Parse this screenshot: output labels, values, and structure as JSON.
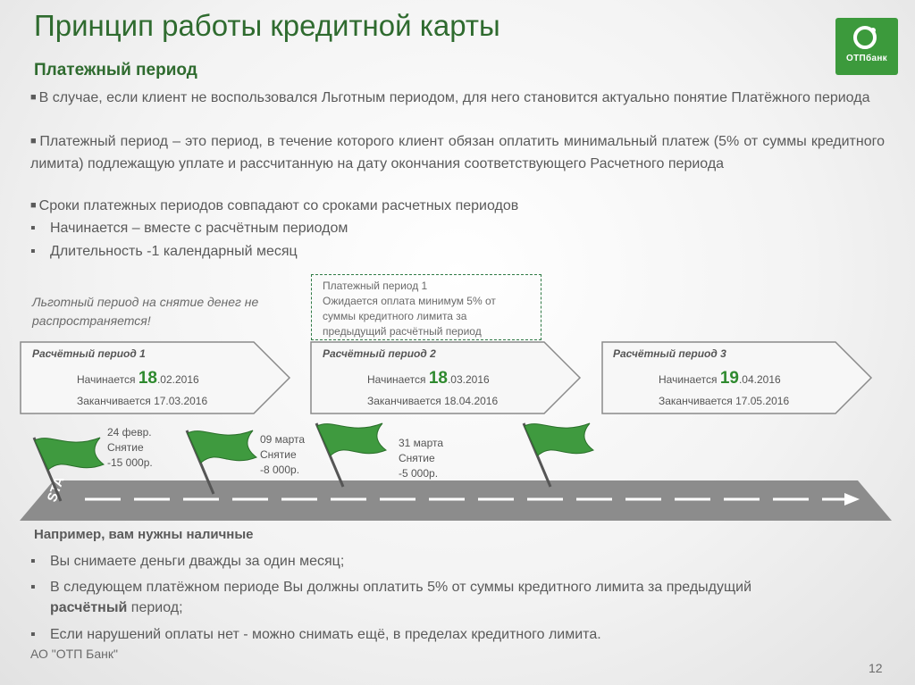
{
  "title": "Принцип работы кредитной карты",
  "logo": {
    "text": "ОТПбанк",
    "icon": "otp-logo-icon",
    "color": "#3c9a3c"
  },
  "subtitle": "Платежный период",
  "paragraphs": [
    "В случае, если клиент не воспользовался Льготным периодом, для него становится актуально понятие Платёжного периода",
    "Платежный период – это  период, в течение которого клиент обязан оплатить минимальный платеж (5% от суммы кредитного лимита) подлежащую уплате и рассчитанную на дату окончания соответствующего Расчетного периода",
    "Сроки платежных периодов совпадают со сроками расчетных периодов"
  ],
  "sublist": [
    "Начинается – вместе с расчётным периодом",
    "Длительность -1 календарный месяц"
  ],
  "note": [
    "Льготный период на снятие денег не",
    "распространяется!"
  ],
  "payment_box": [
    "Платежный период 1",
    "Ожидается оплата минимум 5% от",
    "суммы  кредитного лимита за",
    "предыдущий расчётный период"
  ],
  "periods": [
    {
      "title": "Расчётный период 1",
      "start_prefix": "Начинается ",
      "start_day": "18",
      "start_rest": ".02.2016",
      "end": "Заканчивается 17.03.2016"
    },
    {
      "title": "Расчётный период 2",
      "start_prefix": "Начинается ",
      "start_day": "18",
      "start_rest": ".03.2016",
      "end": "Заканчивается 18.04.2016"
    },
    {
      "title": "Расчётный период 3",
      "start_prefix": "Начинается ",
      "start_day": "19",
      "start_rest": ".04.2016",
      "end": "Заканчивается 17.05.2016"
    }
  ],
  "road_label": "START",
  "events": [
    {
      "date": "24 февр.",
      "action": "Снятие",
      "amount": "-15 000р."
    },
    {
      "date": "09 марта",
      "action": "Снятие",
      "amount": "-8 000р."
    },
    {
      "date": "31 марта",
      "action": "Снятие",
      "amount": "-5 000р."
    }
  ],
  "example": {
    "title": "Например, вам нужны наличные",
    "items": [
      "Вы снимаете деньги дважды за один месяц;",
      "В следующем платёжном периоде Вы должны оплатить 5% от суммы кредитного лимита за предыдущий",
      "Если нарушений оплаты нет - можно снимать ещё, в пределах кредитного лимита."
    ],
    "item2_bold": "расчётный",
    "item2_tail": " период;"
  },
  "footer": "АО \"ОТП Банк\"",
  "page_number": "12",
  "colors": {
    "accent": "#2f6b2f",
    "highlight": "#2f8a2f",
    "flag": "#3f9a3f"
  }
}
